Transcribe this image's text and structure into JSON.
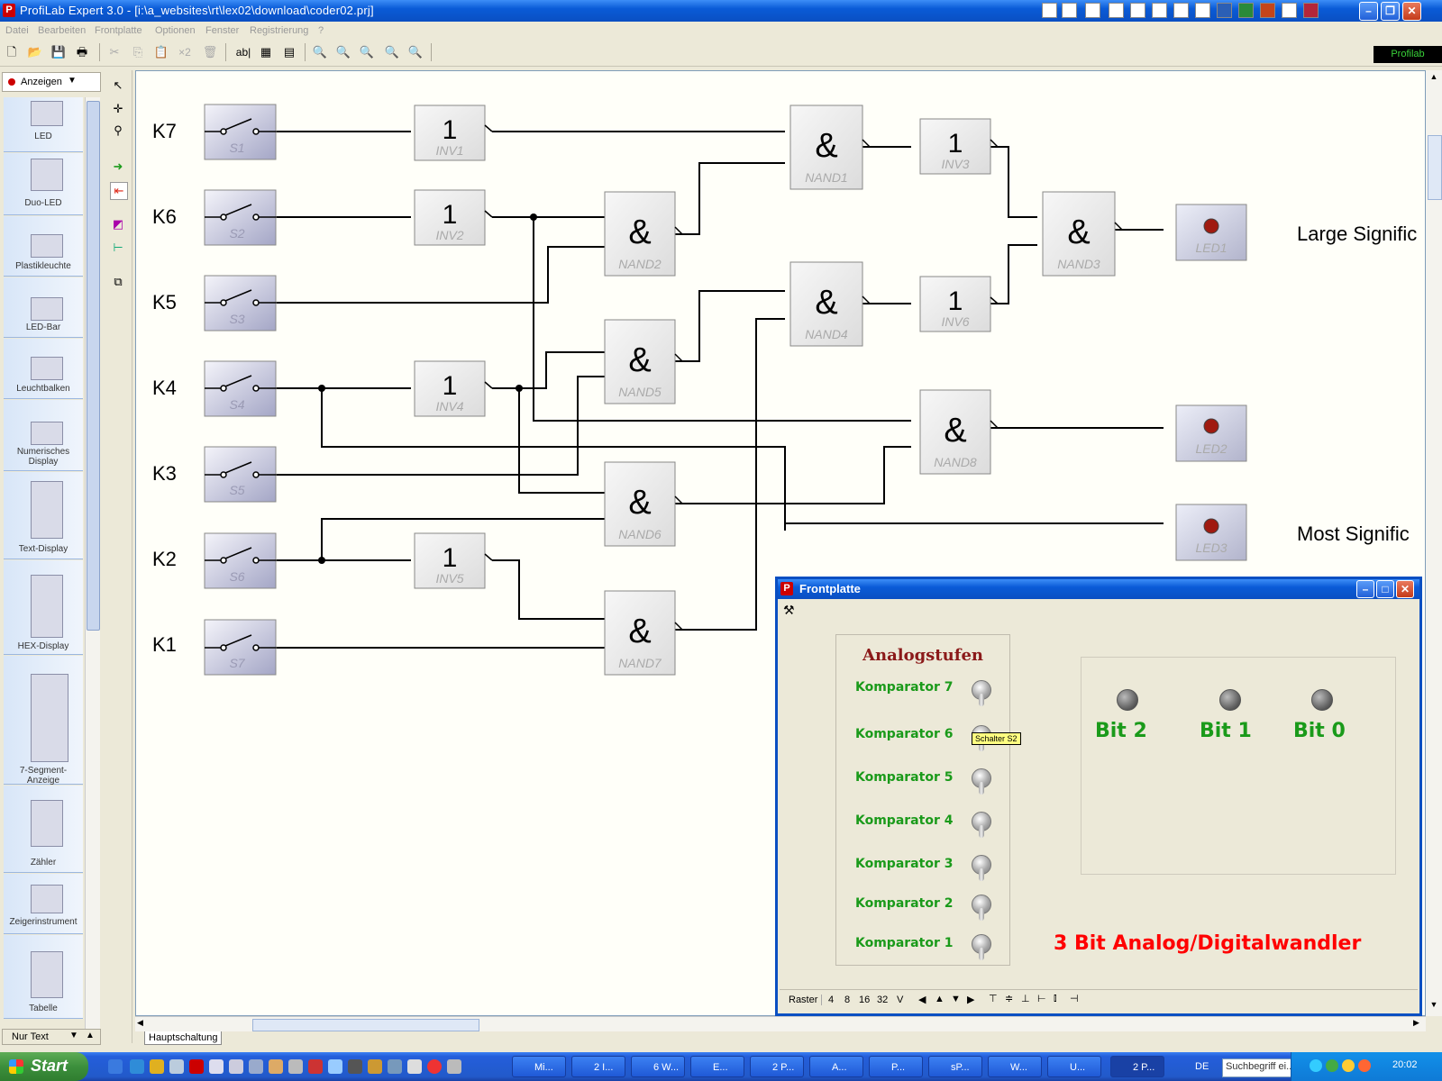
{
  "window": {
    "title": "ProfiLab Expert 3.0 - [i:\\a_websites\\rt\\lex02\\download\\coder02.prj]"
  },
  "menu": [
    "Datei",
    "Bearbeiten",
    "Frontplatte",
    "Optionen",
    "Fenster",
    "Registrierung",
    "?"
  ],
  "toolbar": {
    "badge": "Profilab",
    "label_ab": "ab|",
    "label_x2": "×2"
  },
  "palette": {
    "dropdown_label": "Anzeigen",
    "items": [
      {
        "name": "LED",
        "tag": "LED0"
      },
      {
        "name": "Duo-LED",
        "tag": "DLED0"
      },
      {
        "name": "Plastikleuchte",
        "tag": "L40"
      },
      {
        "name": "LED-Bar",
        "tag": "LB0"
      },
      {
        "name": "Leuchtbalken",
        "tag": "LF0"
      },
      {
        "name": "Numerisches Display",
        "tag": "NO0"
      },
      {
        "name": "Text-Display",
        "tag": "TD0"
      },
      {
        "name": "HEX-Display",
        "tag": "HD0"
      },
      {
        "name": "7-Segment-Anzeige",
        "tag": "7Seg0"
      },
      {
        "name": "Zähler",
        "tag": "C00"
      },
      {
        "name": "Zeigerinstrument",
        "tag": "IM0"
      },
      {
        "name": "Tabelle",
        "tag": "TAB0"
      }
    ],
    "bottom_label": "Nur Text"
  },
  "circuit": {
    "inputs": [
      "K7",
      "K6",
      "K5",
      "K4",
      "K3",
      "K2",
      "K1"
    ],
    "switches": [
      "S1",
      "S2",
      "S3",
      "S4",
      "S5",
      "S6",
      "S7"
    ],
    "inverters": [
      {
        "name": "INV1",
        "symbol": "1"
      },
      {
        "name": "INV2",
        "symbol": "1"
      },
      {
        "name": "INV4",
        "symbol": "1"
      },
      {
        "name": "INV5",
        "symbol": "1"
      },
      {
        "name": "INV3",
        "symbol": "1"
      },
      {
        "name": "INV6",
        "symbol": "1"
      }
    ],
    "nands": [
      {
        "name": "NAND1",
        "symbol": "&"
      },
      {
        "name": "NAND2",
        "symbol": "&"
      },
      {
        "name": "NAND4",
        "symbol": "&"
      },
      {
        "name": "NAND5",
        "symbol": "&"
      },
      {
        "name": "NAND6",
        "symbol": "&"
      },
      {
        "name": "NAND7",
        "symbol": "&"
      },
      {
        "name": "NAND3",
        "symbol": "&"
      },
      {
        "name": "NAND8",
        "symbol": "&"
      }
    ],
    "leds": [
      "LED1",
      "LED2",
      "LED3"
    ],
    "annotation_top": "Large Signific",
    "annotation_bottom": "Most Signific"
  },
  "tabs": {
    "main": "Hauptschaltung"
  },
  "frontplatte": {
    "title": "Frontplatte",
    "heading": "Analogstufen",
    "comparators": [
      "Komparator 7",
      "Komparator 6",
      "Komparator 5",
      "Komparator 4",
      "Komparator 3",
      "Komparator 2",
      "Komparator 1"
    ],
    "tooltip": "Schalter S2",
    "bits": [
      "Bit 2",
      "Bit 1",
      "Bit 0"
    ],
    "caption": "3 Bit Analog/Digitalwandler",
    "status": {
      "raster": "Raster",
      "grid_values": [
        "4",
        "8",
        "16",
        "32",
        "V"
      ]
    }
  },
  "taskbar": {
    "start": "Start",
    "tasks": [
      "Mi...",
      "2 I...",
      "6 W...",
      "E...",
      "2 P...",
      "A...",
      "P...",
      "sP...",
      "W...",
      "U...",
      "2 P..."
    ],
    "language": "DE",
    "search_placeholder": "Suchbegriff ei...",
    "clock": "20:02"
  },
  "colors": {
    "accent_title": "#0a5bd7",
    "komparator_text": "#1a9a1a",
    "heading_text": "#8b1a1a",
    "caption_text": "#ff0000"
  }
}
